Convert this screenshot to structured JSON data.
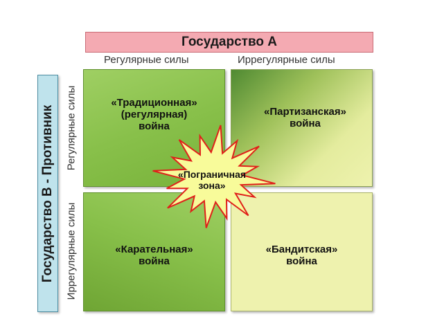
{
  "header": {
    "state_a": "Государство А",
    "col_regular": "Регулярные силы",
    "col_irregular": "Иррегулярные силы"
  },
  "side": {
    "state_b": "Государство В - Противник",
    "row_regular": "Регулярные силы",
    "row_irregular": "Иррегулярные силы"
  },
  "cells": {
    "top_left": "«Традиционная»\n(регулярная)\nвойна",
    "top_right": "«Партизанская»\nвойна",
    "bottom_left": "«Карательная»\nвойна",
    "bottom_right": "«Бандитская»\nвойна"
  },
  "center": {
    "label": "«Пограничная\nзона»"
  },
  "colors": {
    "state_a_fill": "#f4aab2",
    "state_b_fill": "#bfe3ec",
    "regular_green": "#88c04a",
    "irregular_yellow": "#eef2ae",
    "star_fill": "#f8fb9a",
    "star_stroke": "#e0201a"
  }
}
